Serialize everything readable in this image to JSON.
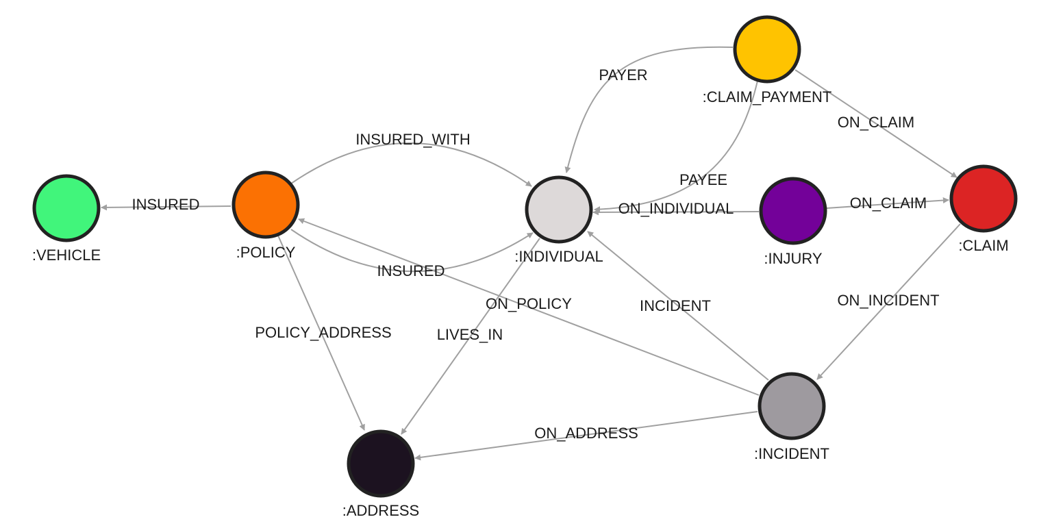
{
  "nodes": [
    {
      "id": "vehicle",
      "label": ":VEHICLE",
      "color": "#41f57b"
    },
    {
      "id": "policy",
      "label": ":POLICY",
      "color": "#fb7103"
    },
    {
      "id": "individual",
      "label": ":INDIVIDUAL",
      "color": "#ddd9d9"
    },
    {
      "id": "claim_payment",
      "label": ":CLAIM_PAYMENT",
      "color": "#ffc300"
    },
    {
      "id": "injury",
      "label": ":INJURY",
      "color": "#730199"
    },
    {
      "id": "claim",
      "label": ":CLAIM",
      "color": "#dc2424"
    },
    {
      "id": "incident",
      "label": ":INCIDENT",
      "color": "#9e9a9f"
    },
    {
      "id": "address",
      "label": ":ADDRESS",
      "color": "#1c1220"
    }
  ],
  "edges": [
    {
      "id": "policy-vehicle",
      "label": "INSURED",
      "from": "policy",
      "to": "vehicle"
    },
    {
      "id": "policy-individual-insured-with",
      "label": "INSURED_WITH",
      "from": "policy",
      "to": "individual"
    },
    {
      "id": "policy-individual-insured",
      "label": "INSURED",
      "from": "policy",
      "to": "individual"
    },
    {
      "id": "policy-address",
      "label": "POLICY_ADDRESS",
      "from": "policy",
      "to": "address"
    },
    {
      "id": "individual-address",
      "label": "LIVES_IN",
      "from": "individual",
      "to": "address"
    },
    {
      "id": "incident-policy",
      "label": "ON_POLICY",
      "from": "incident",
      "to": "policy"
    },
    {
      "id": "incident-individual",
      "label": "INCIDENT",
      "from": "incident",
      "to": "individual"
    },
    {
      "id": "incident-address",
      "label": "ON_ADDRESS",
      "from": "incident",
      "to": "address"
    },
    {
      "id": "claim-incident",
      "label": "ON_INCIDENT",
      "from": "claim",
      "to": "incident"
    },
    {
      "id": "injury-individual",
      "label": "ON_INDIVIDUAL",
      "from": "injury",
      "to": "individual"
    },
    {
      "id": "injury-claim",
      "label": "ON_CLAIM",
      "from": "injury",
      "to": "claim"
    },
    {
      "id": "payment-claim",
      "label": "ON_CLAIM",
      "from": "claim_payment",
      "to": "claim"
    },
    {
      "id": "payment-individual-payer",
      "label": "PAYER",
      "from": "claim_payment",
      "to": "individual"
    },
    {
      "id": "payment-individual-payee",
      "label": "PAYEE",
      "from": "claim_payment",
      "to": "individual"
    }
  ]
}
